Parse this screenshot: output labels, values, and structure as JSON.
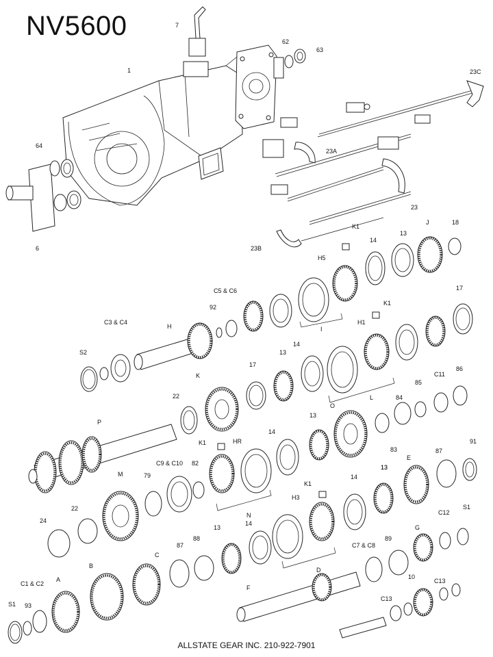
{
  "title": "NV5600",
  "footer": "ALLSTATE GEAR INC. 210-922-7901",
  "part_labels": [
    "7",
    "1",
    "62",
    "63",
    "23C",
    "64",
    "23A",
    "23",
    "6",
    "23B",
    "K1",
    "18",
    "J",
    "13",
    "14",
    "H5",
    "17",
    "C5 & C6",
    "92",
    "I",
    "K1",
    "H1",
    "C3 & C4",
    "H",
    "S2",
    "14",
    "13",
    "17",
    "L",
    "86",
    "C11",
    "85",
    "84",
    "22",
    "K",
    "O",
    "P",
    "13",
    "83",
    "91",
    "K1",
    "HR",
    "14",
    "87",
    "E",
    "13",
    "M",
    "C9 & C10",
    "82",
    "79",
    "N",
    "22",
    "K1",
    "H3",
    "14",
    "13",
    "24",
    "C12",
    "S1",
    "G",
    "89",
    "C7 & C8",
    "88",
    "87",
    "13",
    "14",
    "C",
    "D",
    "B",
    "F",
    "10",
    "C13",
    "A",
    "C1 & C2",
    "C13",
    "S1",
    "93"
  ]
}
